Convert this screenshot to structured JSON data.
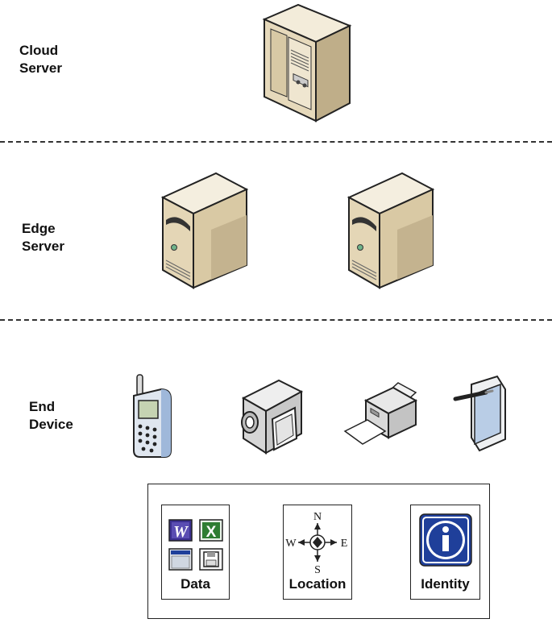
{
  "tiers": {
    "cloud": {
      "line1": "Cloud",
      "line2": "Server"
    },
    "edge": {
      "line1": "Edge",
      "line2": "Server"
    },
    "end": {
      "line1": "End",
      "line2": "Device"
    }
  },
  "legend": {
    "data_label": "Data",
    "location_label": "Location",
    "identity_label": "Identity",
    "compass": {
      "n": "N",
      "s": "S",
      "e": "E",
      "w": "W"
    }
  },
  "icons": {
    "cloud": "tower-server-icon",
    "edge": [
      "desktop-server-icon",
      "desktop-server-icon"
    ],
    "devices": [
      "mobile-phone-icon",
      "video-camera-icon",
      "printer-icon",
      "tablet-icon"
    ],
    "data_apps": [
      "word-document-icon",
      "excel-spreadsheet-icon",
      "application-window-icon",
      "floppy-disk-icon"
    ],
    "identity": "info-icon"
  },
  "colors": {
    "server_beige": "#e7dcc2",
    "server_dark": "#b9a987",
    "device_blue": "#9fb8da",
    "identity_blue": "#1f3f9a",
    "word_purple": "#3b2f8f",
    "excel_green": "#2e7d32"
  }
}
